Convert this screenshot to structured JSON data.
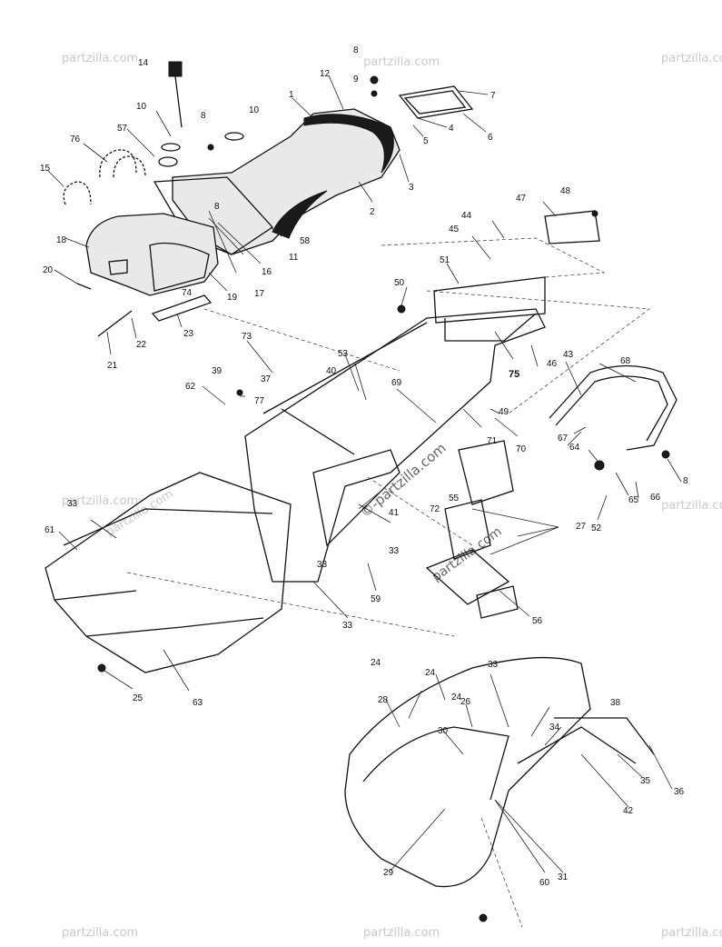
{
  "watermark": {
    "brand": "partzilla.com",
    "center": "©-partzilla.com",
    "center2": "partzilla.com"
  },
  "callouts": [
    {
      "id": "c1",
      "text": "1"
    },
    {
      "id": "c2",
      "text": "2"
    },
    {
      "id": "c3",
      "text": "3"
    },
    {
      "id": "c4",
      "text": "4"
    },
    {
      "id": "c5",
      "text": "5"
    },
    {
      "id": "c6",
      "text": "6"
    },
    {
      "id": "c7",
      "text": "7"
    },
    {
      "id": "c8a",
      "text": "8"
    },
    {
      "id": "c8b",
      "text": "8"
    },
    {
      "id": "c8c",
      "text": "8"
    },
    {
      "id": "c8d",
      "text": "8"
    },
    {
      "id": "c9",
      "text": "9"
    },
    {
      "id": "c10a",
      "text": "10"
    },
    {
      "id": "c10b",
      "text": "10"
    },
    {
      "id": "c11",
      "text": "11"
    },
    {
      "id": "c12",
      "text": "12"
    },
    {
      "id": "c14",
      "text": "14"
    },
    {
      "id": "c15",
      "text": "15"
    },
    {
      "id": "c16",
      "text": "16"
    },
    {
      "id": "c17",
      "text": "17"
    },
    {
      "id": "c18",
      "text": "18"
    },
    {
      "id": "c19",
      "text": "19"
    },
    {
      "id": "c20",
      "text": "20"
    },
    {
      "id": "c21",
      "text": "21"
    },
    {
      "id": "c22",
      "text": "22"
    },
    {
      "id": "c23",
      "text": "23"
    },
    {
      "id": "c24a",
      "text": "24"
    },
    {
      "id": "c24b",
      "text": "24"
    },
    {
      "id": "c24c",
      "text": "24"
    },
    {
      "id": "c25",
      "text": "25"
    },
    {
      "id": "c26",
      "text": "26"
    },
    {
      "id": "c27",
      "text": "27"
    },
    {
      "id": "c28",
      "text": "28"
    },
    {
      "id": "c29",
      "text": "29"
    },
    {
      "id": "c30",
      "text": "30"
    },
    {
      "id": "c31",
      "text": "31"
    },
    {
      "id": "c33a",
      "text": "33"
    },
    {
      "id": "c33b",
      "text": "33"
    },
    {
      "id": "c33c",
      "text": "33"
    },
    {
      "id": "c33d",
      "text": "33"
    },
    {
      "id": "c33e",
      "text": "33"
    },
    {
      "id": "c34",
      "text": "34"
    },
    {
      "id": "c35",
      "text": "35"
    },
    {
      "id": "c36",
      "text": "36"
    },
    {
      "id": "c37",
      "text": "37"
    },
    {
      "id": "c38",
      "text": "38"
    },
    {
      "id": "c39",
      "text": "39"
    },
    {
      "id": "c40",
      "text": "40"
    },
    {
      "id": "c41",
      "text": "41"
    },
    {
      "id": "c42",
      "text": "42"
    },
    {
      "id": "c43",
      "text": "43"
    },
    {
      "id": "c44",
      "text": "44"
    },
    {
      "id": "c45",
      "text": "45"
    },
    {
      "id": "c46",
      "text": "46"
    },
    {
      "id": "c47",
      "text": "47"
    },
    {
      "id": "c48",
      "text": "48"
    },
    {
      "id": "c49",
      "text": "49"
    },
    {
      "id": "c50",
      "text": "50"
    },
    {
      "id": "c51",
      "text": "51"
    },
    {
      "id": "c52",
      "text": "52"
    },
    {
      "id": "c53",
      "text": "53"
    },
    {
      "id": "c55",
      "text": "55"
    },
    {
      "id": "c56",
      "text": "56"
    },
    {
      "id": "c57",
      "text": "57"
    },
    {
      "id": "c58",
      "text": "58"
    },
    {
      "id": "c59",
      "text": "59"
    },
    {
      "id": "c60",
      "text": "60"
    },
    {
      "id": "c61",
      "text": "61"
    },
    {
      "id": "c62",
      "text": "62"
    },
    {
      "id": "c63",
      "text": "63"
    },
    {
      "id": "c64",
      "text": "64"
    },
    {
      "id": "c65",
      "text": "65"
    },
    {
      "id": "c66",
      "text": "66"
    },
    {
      "id": "c67",
      "text": "67"
    },
    {
      "id": "c68",
      "text": "68"
    },
    {
      "id": "c69",
      "text": "69"
    },
    {
      "id": "c70",
      "text": "70"
    },
    {
      "id": "c71",
      "text": "71"
    },
    {
      "id": "c72",
      "text": "72"
    },
    {
      "id": "c73",
      "text": "73"
    },
    {
      "id": "c74",
      "text": "74"
    },
    {
      "id": "c75",
      "text": "75"
    },
    {
      "id": "c76",
      "text": "76"
    },
    {
      "id": "c77",
      "text": "77"
    }
  ]
}
